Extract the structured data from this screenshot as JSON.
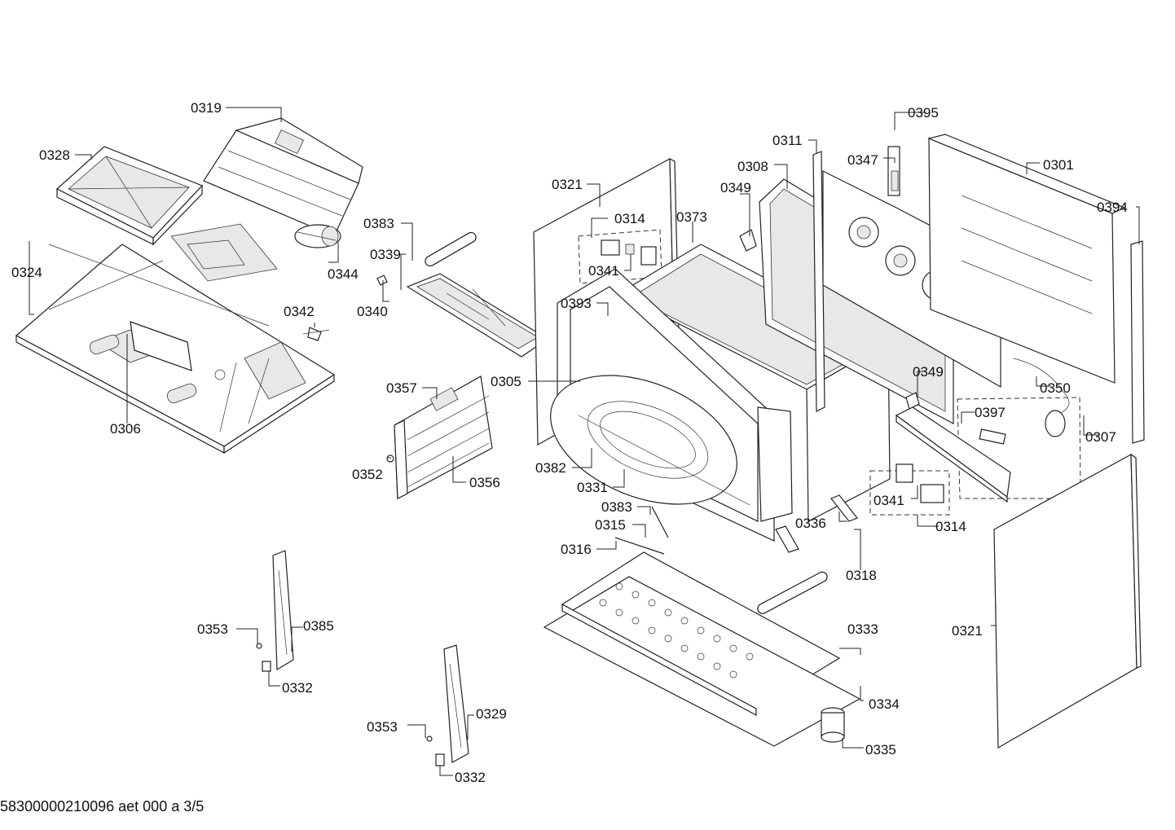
{
  "labels": {
    "p0319": "0319",
    "p0328": "0328",
    "p0324": "0324",
    "p0344": "0344",
    "p0342": "0342",
    "p0306": "0306",
    "p0383a": "0383",
    "p0339": "0339",
    "p0340": "0340",
    "p0357": "0357",
    "p0352": "0352",
    "p0356": "0356",
    "p0321a": "0321",
    "p0314a": "0314",
    "p0341a": "0341",
    "p0373": "0373",
    "p0393": "0393",
    "p0305": "0305",
    "p0382": "0382",
    "p0331": "0331",
    "p0383b": "0383",
    "p0315": "0315",
    "p0316": "0316",
    "p0333": "0333",
    "p0334": "0334",
    "p0335": "0335",
    "p0336": "0336",
    "p0318": "0318",
    "p0349a": "0349",
    "p0308": "0308",
    "p0311": "0311",
    "p0395": "0395",
    "p0347": "0347",
    "p0301": "0301",
    "p0394": "0394",
    "p0349b": "0349",
    "p0350": "0350",
    "p0397": "0397",
    "p0307": "0307",
    "p0341b": "0341",
    "p0314b": "0314",
    "p0321b": "0321",
    "p0353a": "0353",
    "p0385": "0385",
    "p0332a": "0332",
    "p0353b": "0353",
    "p0329": "0329",
    "p0332b": "0332"
  },
  "footer": "58300000210096 aet 000 a 3/5"
}
